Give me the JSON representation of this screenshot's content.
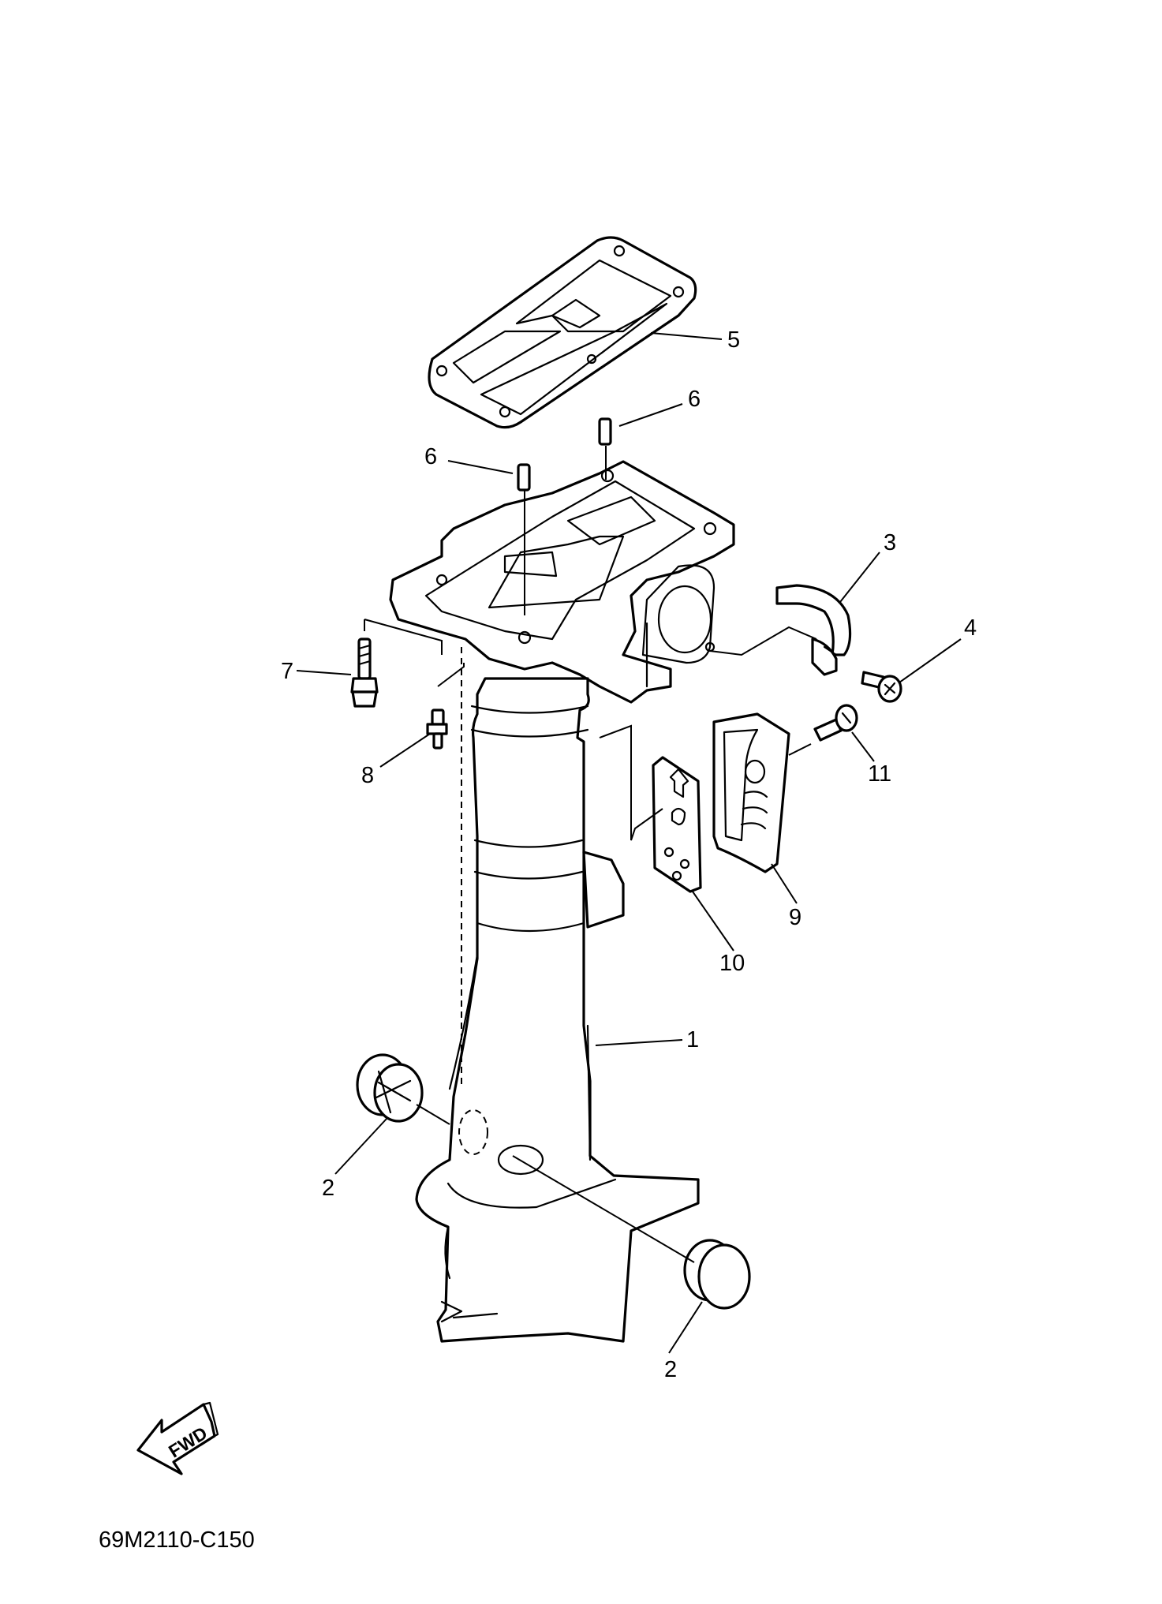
{
  "diagram": {
    "part_numbers": {
      "p1": "1",
      "p2a": "2",
      "p2b": "2",
      "p3": "3",
      "p4": "4",
      "p5": "5",
      "p6a": "6",
      "p6b": "6",
      "p7": "7",
      "p8": "8",
      "p9": "9",
      "p10": "10",
      "p11": "11"
    },
    "fwd_label": "FWD",
    "drawing_code": "69M2110-C150"
  }
}
